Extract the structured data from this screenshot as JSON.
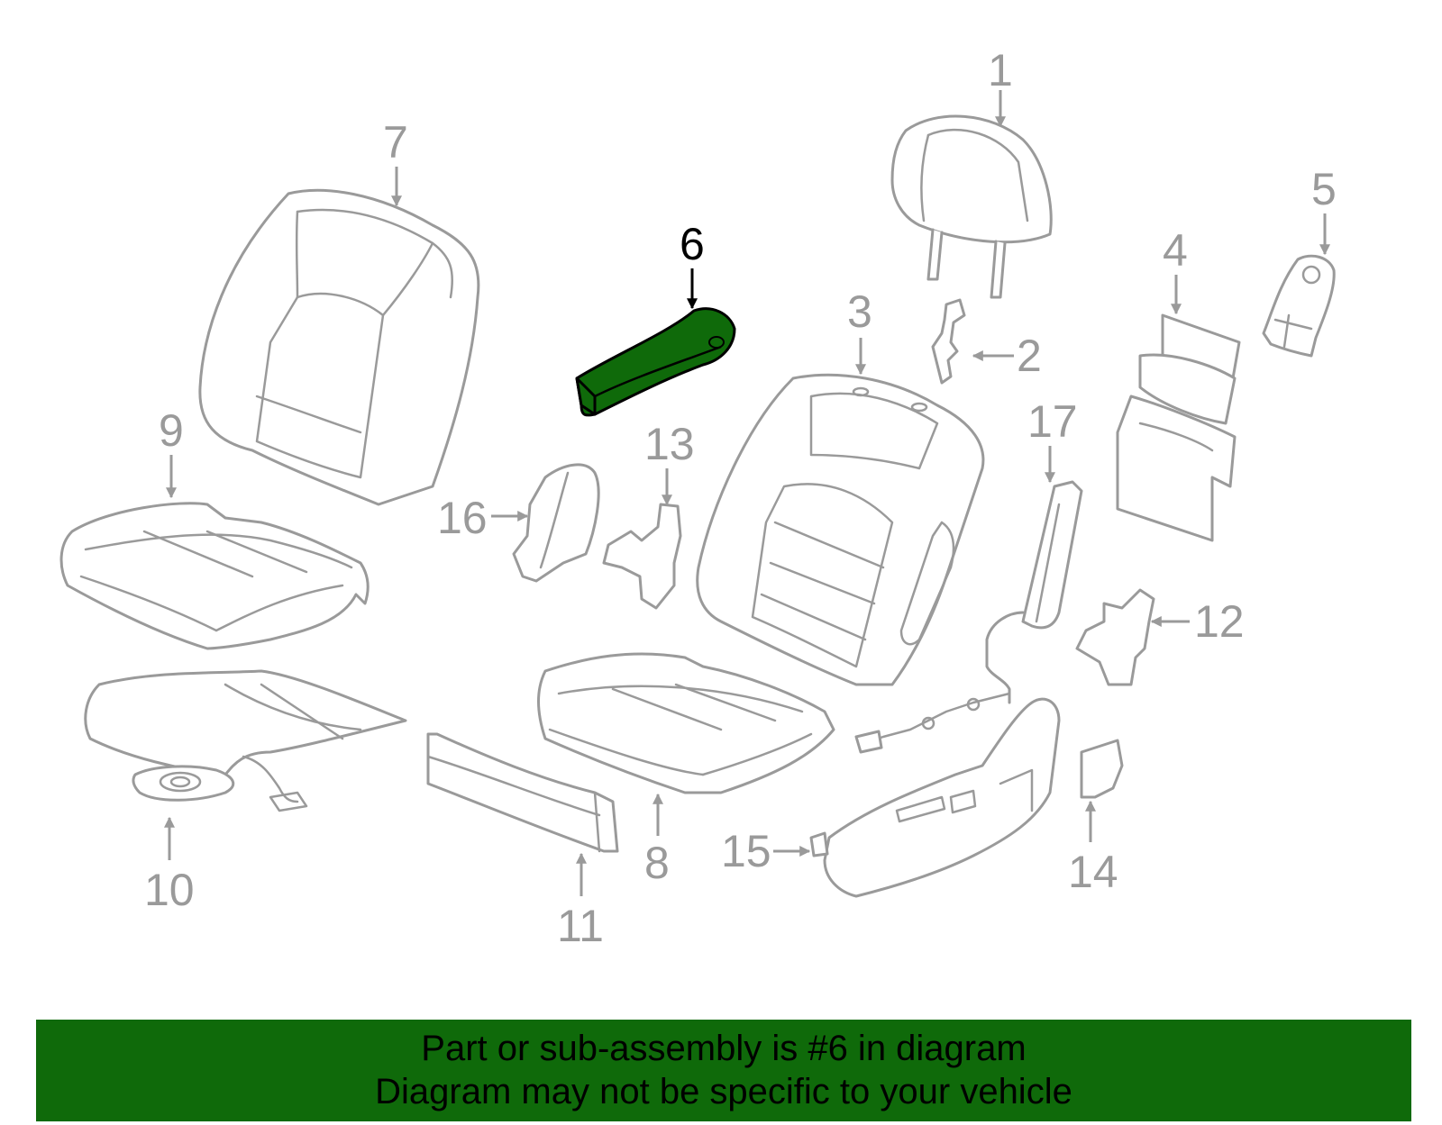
{
  "diagram": {
    "highlight_color": "#0f6a0a",
    "line_color": "#9a9a9a",
    "highlighted_part": "6",
    "callouts": [
      "1",
      "2",
      "3",
      "4",
      "5",
      "6",
      "7",
      "8",
      "9",
      "10",
      "11",
      "12",
      "13",
      "14",
      "15",
      "16",
      "17"
    ]
  },
  "banner": {
    "line1": "Part or sub-assembly is #6 in diagram",
    "line2": "Diagram may not be specific to your vehicle"
  }
}
